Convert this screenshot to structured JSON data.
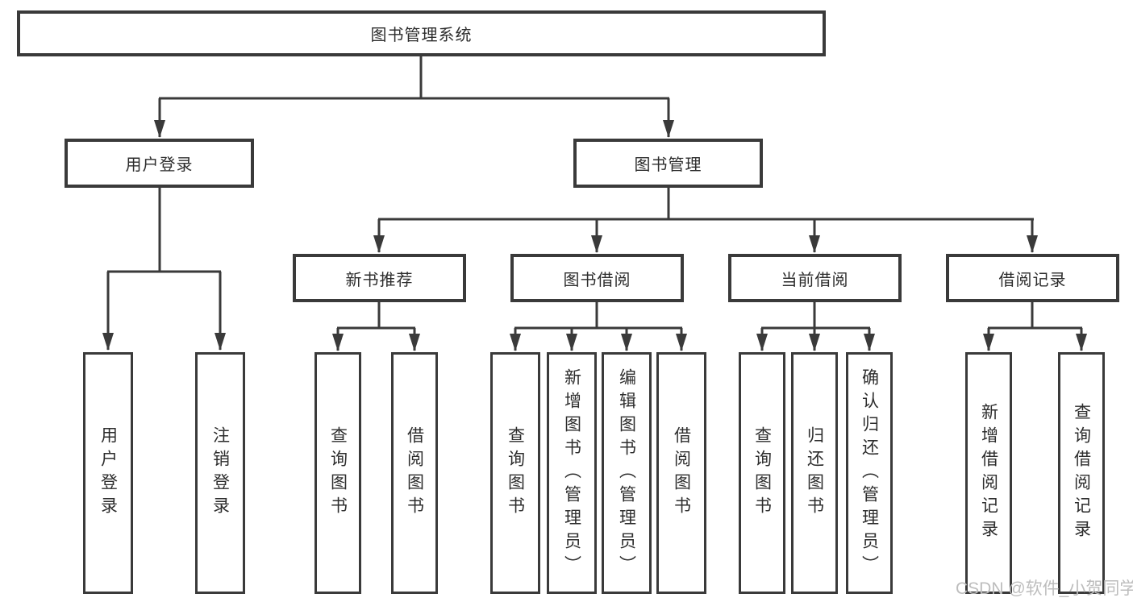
{
  "page": {
    "background_color": "#ffffff",
    "line_color": "#3a3a3a",
    "text_color": "#2d2d2d"
  },
  "diagram": {
    "root": {
      "label": "图书管理系统",
      "children": [
        {
          "label": "用户登录",
          "children": [
            {
              "label": "用户登录"
            },
            {
              "label": "注销登录"
            }
          ]
        },
        {
          "label": "图书管理",
          "children": [
            {
              "label": "新书推荐",
              "children": [
                {
                  "label": "查询图书"
                },
                {
                  "label": "借阅图书"
                }
              ]
            },
            {
              "label": "图书借阅",
              "children": [
                {
                  "label": "查询图书"
                },
                {
                  "label": "新增图书（管理员）"
                },
                {
                  "label": "编辑图书（管理员）"
                },
                {
                  "label": "借阅图书"
                }
              ]
            },
            {
              "label": "当前借阅",
              "children": [
                {
                  "label": "查询图书"
                },
                {
                  "label": "归还图书"
                },
                {
                  "label": "确认归还（管理员）"
                }
              ]
            },
            {
              "label": "借阅记录",
              "children": [
                {
                  "label": "新增借阅记录"
                },
                {
                  "label": "查询借阅记录"
                }
              ]
            }
          ]
        }
      ]
    }
  },
  "watermark": {
    "text": "CSDN @软件_小贺同学",
    "color": "#bdbdbd"
  }
}
